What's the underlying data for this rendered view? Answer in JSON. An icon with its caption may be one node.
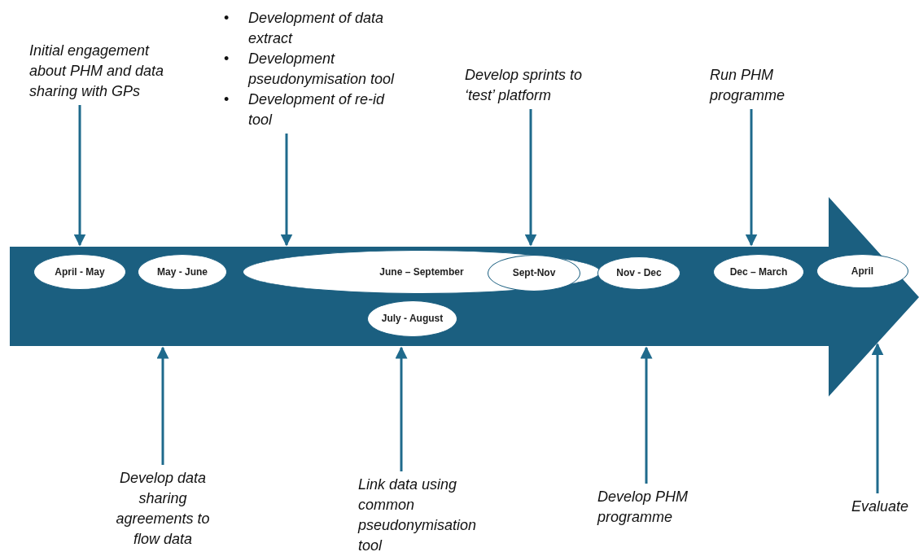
{
  "diagram": {
    "nodes": [
      {
        "text": [],
        "shape": "arrow"
      },
      {
        "text": [
          "April - May"
        ],
        "in": 0
      },
      {
        "text": [
          "May - June"
        ],
        "in": 0
      },
      {
        "text": [
          "June – September"
        ],
        "in": 0
      },
      {
        "text": [
          "Sept-Nov"
        ],
        "in": 3
      },
      {
        "text": [
          "July - August"
        ],
        "in": 0
      },
      {
        "text": [
          "Nov - Dec"
        ],
        "in": 0
      },
      {
        "text": [
          "Dec – March"
        ],
        "in": 0
      },
      {
        "text": [
          "April"
        ],
        "in": 0
      },
      {
        "text": [
          "Initial engagement about PHM and data sharing with GPs"
        ]
      },
      {
        "text": [
          "Development of data extract",
          "Development pseudonymisation tool",
          "Development of re-id tool"
        ]
      },
      {
        "text": [
          "Develop sprints to ‘test’ platform"
        ]
      },
      {
        "text": [
          "Run PHM programme"
        ]
      },
      {
        "text": [
          "Develop data sharing agreements to flow data"
        ]
      },
      {
        "text": [
          "Link data using common pseudonymisation tool"
        ]
      },
      {
        "text": [
          "Develop PHM programme"
        ]
      },
      {
        "text": [
          "Evaluate"
        ]
      }
    ],
    "edges": [
      {
        "from": 9,
        "to": 0,
        "arrow": "to"
      },
      {
        "from": 10,
        "to": 0,
        "arrow": "to"
      },
      {
        "from": 11,
        "to": 0,
        "arrow": "to"
      },
      {
        "from": 12,
        "to": 0,
        "arrow": "to"
      },
      {
        "from": 13,
        "to": 0,
        "arrow": "to"
      },
      {
        "from": 14,
        "to": 0,
        "arrow": "to"
      },
      {
        "from": 15,
        "to": 0,
        "arrow": "to"
      },
      {
        "from": 16,
        "to": 0,
        "arrow": "to"
      }
    ],
    "labels": [
      "•",
      "•",
      "•"
    ]
  }
}
